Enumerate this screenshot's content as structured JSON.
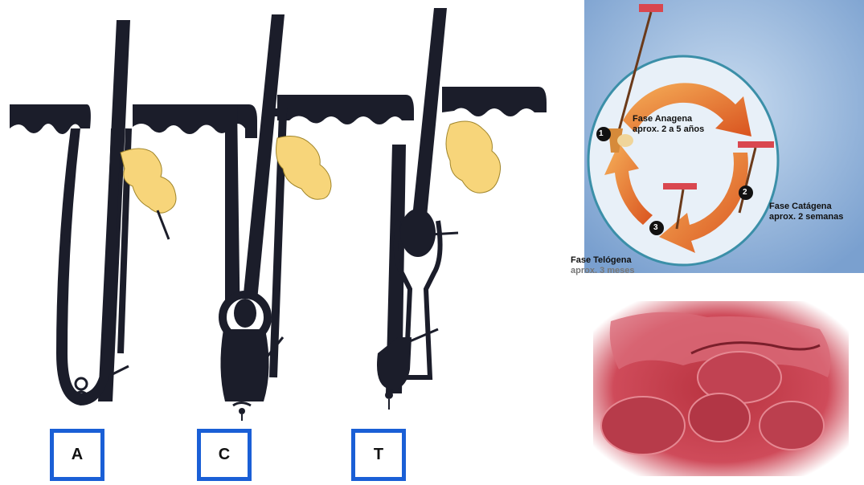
{
  "labels": {
    "anagen": "A",
    "catagen": "C",
    "telogen": "T"
  },
  "cycle": {
    "phase1_number": "1",
    "phase1_name": "Fase Anagena",
    "phase1_duration": "aprox. 2 a 5 años",
    "phase2_number": "2",
    "phase2_name": "Fase Catágena",
    "phase2_duration": "aprox. 2 semanas",
    "phase3_number": "3",
    "phase3_name": "Fase Telógena",
    "phase3_duration": "aprox. 3 meses"
  },
  "colors": {
    "ink": "#1b1d2a",
    "gland": "#f7d57a",
    "label_border": "#1a5fd6",
    "cycle_background": "#8fb3de",
    "cycle_arrow": "#e8792a",
    "skin_red": "#c9343f",
    "micro_red": "#c9485a"
  }
}
